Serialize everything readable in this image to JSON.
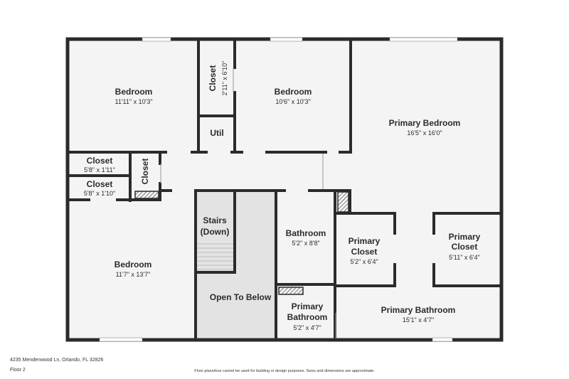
{
  "rooms": [
    {
      "name": "Bedroom",
      "dims": "11'11\" x 10'3\""
    },
    {
      "name": "Closet",
      "dims": "2'11\" x 6'10\""
    },
    {
      "name": "Bedroom",
      "dims": "10'6\" x 10'3\""
    },
    {
      "name": "Primary Bedroom",
      "dims": "16'5\" x 16'0\""
    },
    {
      "name": "Util",
      "dims": ""
    },
    {
      "name": "Closet",
      "dims": "5'8\" x 1'11\""
    },
    {
      "name": "Closet",
      "dims": "5'8\" x 1'10\""
    },
    {
      "name": "Closet",
      "dims": ""
    },
    {
      "name": "Stairs (Down)",
      "dims": ""
    },
    {
      "name": "Bathroom",
      "dims": "5'2\" x 8'8\""
    },
    {
      "name": "Primary Closet",
      "dims": "5'2\" x 6'4\""
    },
    {
      "name": "Primary Closet",
      "dims": "5'11\" x 6'4\""
    },
    {
      "name": "Bedroom",
      "dims": "11'7\" x 13'7\""
    },
    {
      "name": "Open To Below",
      "dims": ""
    },
    {
      "name": "Primary Bathroom",
      "dims": "5'2\" x 4'7\""
    },
    {
      "name": "Primary Bathroom",
      "dims": "15'1\" x 4'7\""
    }
  ],
  "footer": {
    "address": "4235 Mendenwood Ln, Orlando, FL 32826",
    "floor": "Floor 2",
    "disclaimer": "Floor plans/tour cannot be used for building or design purposes. Sizes and dimensions are approximate."
  },
  "colors": {
    "wall": "#2b2b2b",
    "floor_fill": "#f4f4f4",
    "open_to_below": "#e3e3e3",
    "window": "#ffffff"
  }
}
